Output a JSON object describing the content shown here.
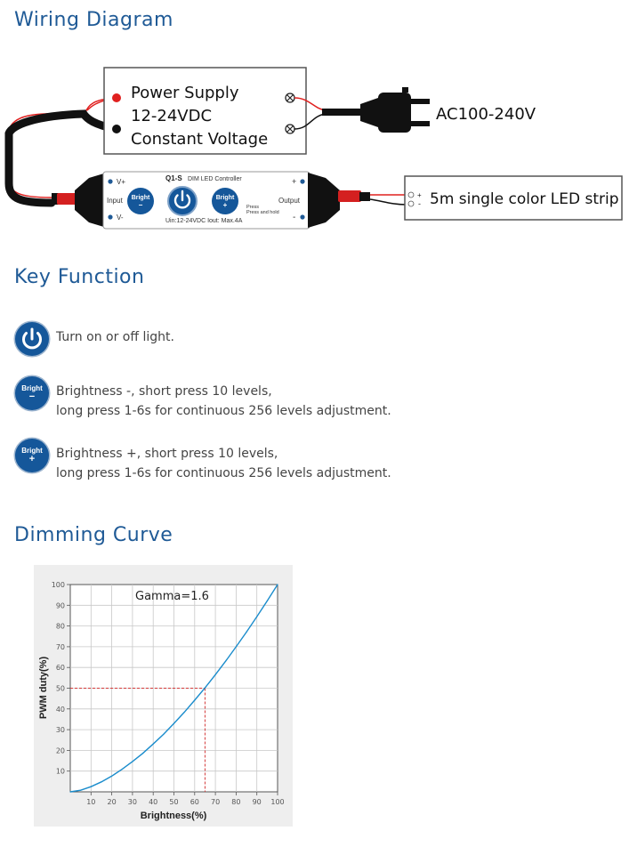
{
  "sections": {
    "wiring": "Wiring Diagram",
    "key": "Key Function",
    "curve": "Dimming Curve"
  },
  "wiring": {
    "power_supply": [
      "Power Supply",
      "12-24VDC",
      "Constant Voltage"
    ],
    "ac_label": "AC100-240V",
    "strip_label": "5m single color LED strip",
    "strip_pins": [
      "+",
      "-"
    ],
    "controller": {
      "model": "Q1-S",
      "subtitle": "DIM LED Controller",
      "vplus": "V+",
      "vminus": "V-",
      "input": "Input",
      "output": "Output",
      "plus": "+",
      "minus": "-",
      "bright": "Bright",
      "bright_minus_sym": "−",
      "bright_plus_sym": "+",
      "press": "Press",
      "press_hold": "Press and hold",
      "specs": "Uin:12-24VDC   Iout: Max.4A"
    }
  },
  "key_functions": [
    {
      "icon": "power-icon",
      "text": [
        "Turn on or off light."
      ]
    },
    {
      "icon": "bright-minus-icon",
      "label": "Bright",
      "symbol": "−",
      "text": [
        "Brightness -, short press 10 levels,",
        "long press 1-6s for continuous 256 levels adjustment."
      ]
    },
    {
      "icon": "bright-plus-icon",
      "label": "Bright",
      "symbol": "+",
      "text": [
        "Brightness +, short press 10 levels,",
        "long press 1-6s for continuous 256 levels adjustment."
      ]
    }
  ],
  "colors": {
    "title": "#1f5a96",
    "curve": "#1a8ccc",
    "guide": "#d43a3a",
    "button": "#15579a",
    "wire_red": "#e0201f",
    "chart_bg": "#eeeeee"
  },
  "chart_data": {
    "type": "line",
    "annotation": "Gamma=1.6",
    "xlabel": "Brightness(%)",
    "ylabel": "PWM duty(%)",
    "xlim": [
      0,
      100
    ],
    "ylim": [
      0,
      100
    ],
    "xticks": [
      10,
      20,
      30,
      40,
      50,
      60,
      70,
      80,
      90,
      100
    ],
    "yticks": [
      10,
      20,
      30,
      40,
      50,
      60,
      70,
      80,
      90,
      100
    ],
    "grid": true,
    "gamma": 1.6,
    "x": [
      0,
      5,
      10,
      15,
      20,
      25,
      30,
      35,
      40,
      45,
      50,
      55,
      60,
      65,
      70,
      75,
      80,
      85,
      90,
      95,
      100
    ],
    "y": [
      0,
      0.8,
      2.5,
      4.8,
      7.6,
      10.9,
      14.6,
      18.6,
      23.1,
      27.8,
      33.0,
      38.4,
      44.2,
      50.2,
      56.5,
      63.1,
      70.0,
      77.1,
      84.5,
      92.1,
      100
    ],
    "reference": {
      "x": 65,
      "y": 50
    }
  }
}
